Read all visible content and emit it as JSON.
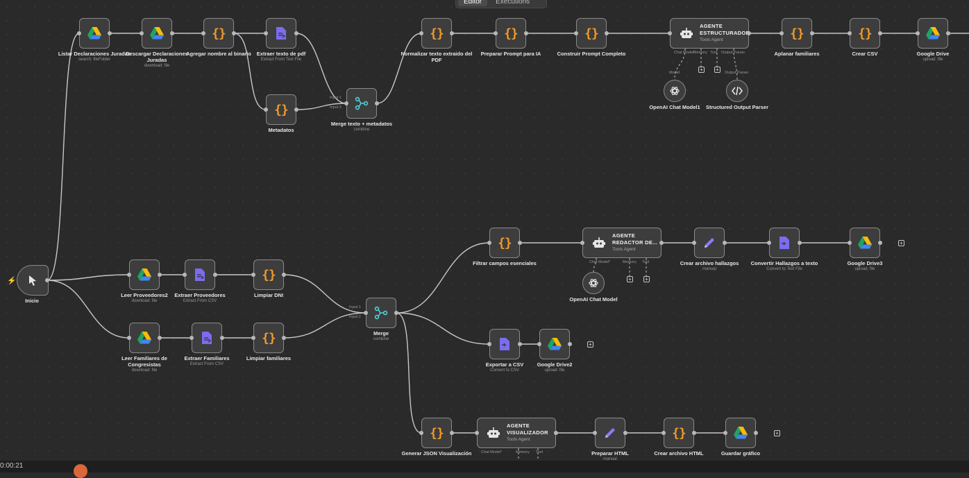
{
  "tabs": [
    {
      "label": "Editor",
      "active": true
    },
    {
      "label": "Executions",
      "active": false
    }
  ],
  "colors": {
    "background": "#2a2a2a",
    "node_fill": "#3d3d3d",
    "node_border": "#8a8a8a",
    "code_accent": "#f39a2b",
    "file_accent": "#7b6cf0",
    "merge_accent": "#4fd2d6",
    "trigger_accent": "#ff5a4a"
  },
  "nodes": [
    {
      "id": "inicio",
      "type": "trigger",
      "icon": "cursor-icon",
      "label": "Inicio",
      "sub": ""
    },
    {
      "id": "listar",
      "type": "drive",
      "icon": "google-drive-icon",
      "label": "Listar Declaraciones Juradas",
      "sub": "search: fileFolder"
    },
    {
      "id": "descargar",
      "type": "drive",
      "icon": "google-drive-icon",
      "label": "Descargar Declaraciones Juradas",
      "sub": "download: file"
    },
    {
      "id": "agregar",
      "type": "code",
      "icon": "braces-icon",
      "label": "Agregar nombre al binario",
      "sub": ""
    },
    {
      "id": "extraer_pdf",
      "type": "file",
      "icon": "file-extract-icon",
      "label": "Extraer texto de pdf",
      "sub": "Extract From Text File"
    },
    {
      "id": "metadatos",
      "type": "code",
      "icon": "braces-icon",
      "label": "Metadatos",
      "sub": ""
    },
    {
      "id": "merge_texto",
      "type": "merge",
      "icon": "merge-icon",
      "label": "Merge texto + metadatos",
      "sub": "combine"
    },
    {
      "id": "normalizar",
      "type": "code",
      "icon": "braces-icon",
      "label": "Normalizar texto extraido del PDF",
      "sub": ""
    },
    {
      "id": "preparar_prompt",
      "type": "code",
      "icon": "braces-icon",
      "label": "Preparar Prompt para IA",
      "sub": ""
    },
    {
      "id": "construir_prompt",
      "type": "code",
      "icon": "braces-icon",
      "label": "Construir Prompt Completo",
      "sub": ""
    },
    {
      "id": "agente_estructurador",
      "type": "agent",
      "icon": "robot-icon",
      "label": "AGENTE ESTRUCTURADOR",
      "sub": "Tools Agent"
    },
    {
      "id": "aplanar",
      "type": "code",
      "icon": "braces-icon",
      "label": "Aplanar familiares",
      "sub": ""
    },
    {
      "id": "crear_csv",
      "type": "code",
      "icon": "braces-icon",
      "label": "Crear CSV",
      "sub": ""
    },
    {
      "id": "gdrive1",
      "type": "drive",
      "icon": "google-drive-icon",
      "label": "Google Drive",
      "sub": "upload: file"
    },
    {
      "id": "openai1",
      "type": "model",
      "icon": "openai-icon",
      "label": "OpenAI Chat Model1",
      "sub": ""
    },
    {
      "id": "parser",
      "type": "parser",
      "icon": "code-brackets-icon",
      "label": "Structured Output Parser",
      "sub": ""
    },
    {
      "id": "leer_prov",
      "type": "drive",
      "icon": "google-drive-icon",
      "label": "Leer Proveedores2",
      "sub": "download: file"
    },
    {
      "id": "extraer_prov",
      "type": "file",
      "icon": "file-extract-icon",
      "label": "Extraer Proveedores",
      "sub": "Extract From CSV"
    },
    {
      "id": "limpiar_dni",
      "type": "code",
      "icon": "braces-icon",
      "label": "Limpiar DNI",
      "sub": ""
    },
    {
      "id": "leer_fam",
      "type": "drive",
      "icon": "google-drive-icon",
      "label": "Leer Familiares de Congresistas",
      "sub": "download: file"
    },
    {
      "id": "extraer_fam",
      "type": "file",
      "icon": "file-extract-icon",
      "label": "Extraer Familiares",
      "sub": "Extract From CSV"
    },
    {
      "id": "limpiar_fam",
      "type": "code",
      "icon": "braces-icon",
      "label": "Limpiar familiares",
      "sub": ""
    },
    {
      "id": "merge",
      "type": "merge",
      "icon": "merge-icon",
      "label": "Merge",
      "sub": "combine"
    },
    {
      "id": "filtrar",
      "type": "code",
      "icon": "braces-icon",
      "label": "Filtrar campos esenciales",
      "sub": ""
    },
    {
      "id": "agente_redactor",
      "type": "agent",
      "icon": "robot-icon",
      "label": "AGENTE REDACTOR DE...",
      "sub": "Tools Agent"
    },
    {
      "id": "crear_hallazgos",
      "type": "pencil",
      "icon": "pencil-icon",
      "label": "Crear archivo hallazgos",
      "sub": "manual"
    },
    {
      "id": "convertir",
      "type": "file",
      "icon": "file-convert-icon",
      "label": "Convertir Hallazgos a texto",
      "sub": "Convert to Text File"
    },
    {
      "id": "gdrive3",
      "type": "drive",
      "icon": "google-drive-icon",
      "label": "Google Drive3",
      "sub": "upload: file"
    },
    {
      "id": "openai2",
      "type": "model",
      "icon": "openai-icon",
      "label": "OpenAI Chat Model",
      "sub": ""
    },
    {
      "id": "exportar",
      "type": "file",
      "icon": "file-convert-icon",
      "label": "Exportar a CSV",
      "sub": "Convert to CSV"
    },
    {
      "id": "gdrive2",
      "type": "drive",
      "icon": "google-drive-icon",
      "label": "Google Drive2",
      "sub": "upload: file"
    },
    {
      "id": "generar_json",
      "type": "code",
      "icon": "braces-icon",
      "label": "Generar JSON Visualización",
      "sub": ""
    },
    {
      "id": "agente_visualizador",
      "type": "agent",
      "icon": "robot-icon",
      "label": "AGENTE VISUALIZADOR",
      "sub": "Tools Agent"
    },
    {
      "id": "preparar_html",
      "type": "pencil",
      "icon": "pencil-icon",
      "label": "Preparar HTML",
      "sub": "manual"
    },
    {
      "id": "crear_html",
      "type": "code",
      "icon": "braces-icon",
      "label": "Crear archivo HTML",
      "sub": ""
    },
    {
      "id": "guardar",
      "type": "drive",
      "icon": "google-drive-icon",
      "label": "Guardar gráfico",
      "sub": ""
    }
  ],
  "port_labels": {
    "agent1": {
      "chat": "Chat Model*",
      "memory": "Memory",
      "tool": "Tool",
      "parser": "Output Parser"
    },
    "agent2": {
      "chat": "Chat Model*",
      "memory": "Memory",
      "tool": "Tool"
    },
    "agent3": {
      "chat": "Chat Model*",
      "memory": "Memory",
      "tool": "Tool"
    },
    "model_link": "Model",
    "parser_link": "Output Parser",
    "merge_in1": "Input 1",
    "merge_in2": "Input 2"
  },
  "status": {
    "time": "0:00:21"
  }
}
